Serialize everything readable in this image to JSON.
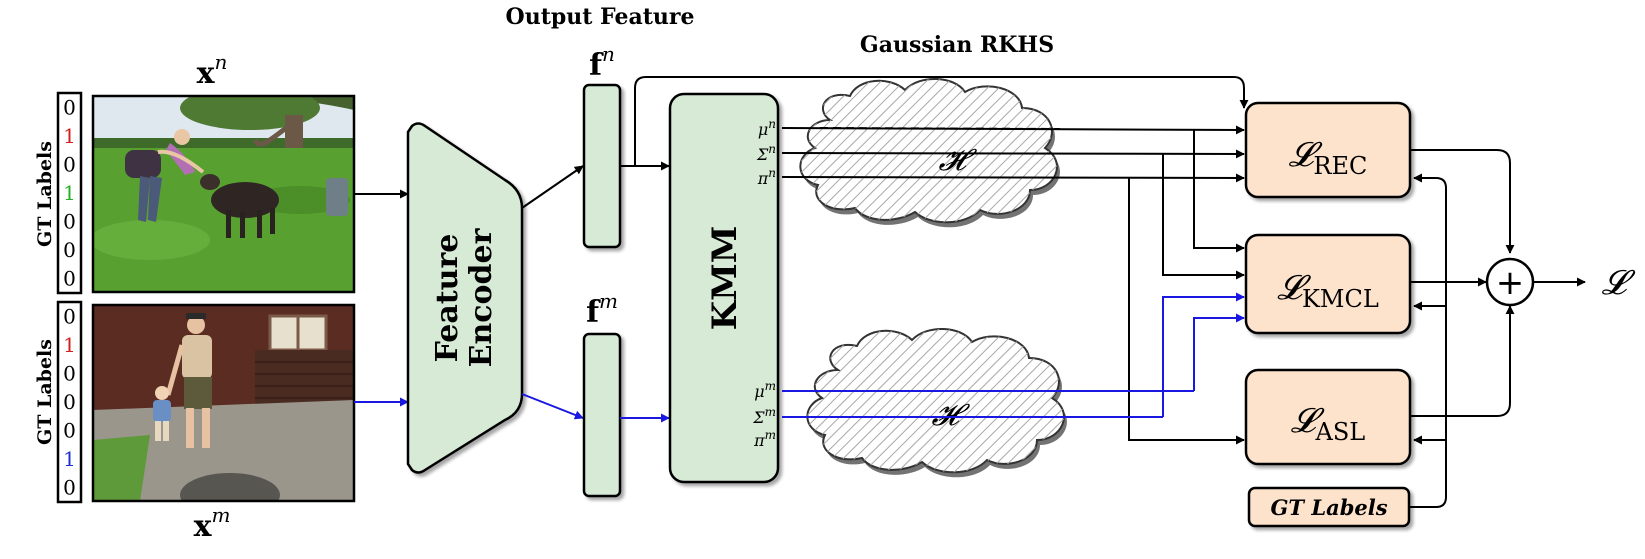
{
  "titles": {
    "output_feature": "Output Feature",
    "gaussian_rkhs": "Gaussian RKHS"
  },
  "inputs": {
    "top": {
      "symbol": "x",
      "superscript": "n",
      "side_label": "GT Labels",
      "labels": [
        "0",
        "1",
        "0",
        "1",
        "0",
        "0",
        "0"
      ],
      "label_colors": [
        "#000000",
        "#d21f1f",
        "#000000",
        "#22b022",
        "#000000",
        "#000000",
        "#000000"
      ],
      "image": "photo-woman-feeding-sheep"
    },
    "bottom": {
      "symbol": "x",
      "superscript": "m",
      "side_label": "GT Labels",
      "labels": [
        "0",
        "1",
        "0",
        "0",
        "0",
        "1",
        "0"
      ],
      "label_colors": [
        "#000000",
        "#d21f1f",
        "#000000",
        "#000000",
        "#000000",
        "#1f2fd2",
        "#000000"
      ],
      "image": "photo-man-and-child-on-patio"
    }
  },
  "encoder": {
    "line1": "Feature",
    "line2": "Encoder"
  },
  "features": {
    "top": {
      "symbol": "f",
      "superscript": "n"
    },
    "bottom": {
      "symbol": "f",
      "superscript": "m"
    }
  },
  "kmm": {
    "label": "KMM",
    "top_outputs": [
      {
        "symbol": "μ",
        "superscript": "n"
      },
      {
        "symbol": "Σ",
        "superscript": "n"
      },
      {
        "symbol": "π",
        "superscript": "n"
      }
    ],
    "bottom_outputs": [
      {
        "symbol": "μ",
        "superscript": "m"
      },
      {
        "symbol": "Σ",
        "superscript": "m"
      },
      {
        "symbol": "π",
        "superscript": "m"
      }
    ]
  },
  "rkhs": {
    "symbol": "𝓗"
  },
  "losses": {
    "rec": {
      "symbol": "𝓛",
      "subscript": "REC"
    },
    "kmcl": {
      "symbol": "𝓛",
      "subscript": "KMCL"
    },
    "asl": {
      "symbol": "𝓛",
      "subscript": "ASL"
    },
    "total": "𝓛",
    "sum_symbol": "+"
  },
  "gt_labels_box": "GT Labels",
  "colors": {
    "block_green": "#d6ead6",
    "loss_orange": "#fde3cc",
    "path_blue": "#1818e0",
    "stroke": "#000000"
  }
}
